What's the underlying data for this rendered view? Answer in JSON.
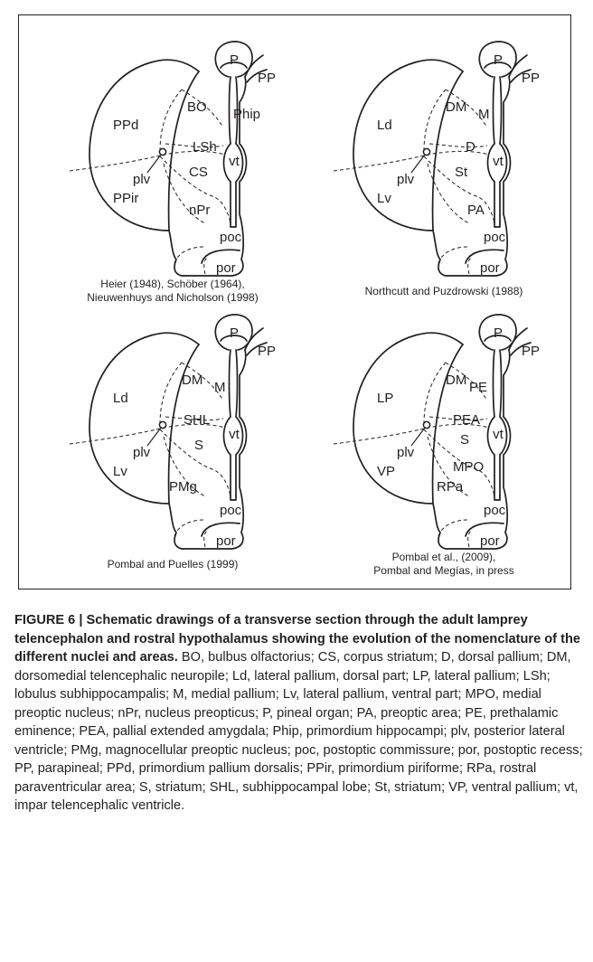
{
  "panels": [
    {
      "labels": {
        "P": "P",
        "PP": "PP",
        "a": "BO",
        "b": "Phip",
        "c": "PPd",
        "d": "LSh",
        "plv": "plv",
        "vt": "vt",
        "e": "PPir",
        "f": "CS",
        "g": "nPr",
        "poc": "poc",
        "por": "por"
      },
      "caption": [
        "Heier (1948), Schöber (1964),",
        "Nieuwenhuys and Nicholson (1998)"
      ]
    },
    {
      "labels": {
        "P": "P",
        "PP": "PP",
        "a": "DM",
        "b": "M",
        "c": "Ld",
        "d": "D",
        "plv": "plv",
        "vt": "vt",
        "e": "Lv",
        "f": "St",
        "g": "PA",
        "poc": "poc",
        "por": "por"
      },
      "caption": [
        "Northcutt and Puzdrowski (1988)"
      ]
    },
    {
      "labels": {
        "P": "P",
        "PP": "PP",
        "a": "DM",
        "b": "M",
        "c": "Ld",
        "d": "SHL",
        "plv": "plv",
        "vt": "vt",
        "e": "Lv",
        "f": "S",
        "g": "PMg",
        "poc": "poc",
        "por": "por"
      },
      "caption": [
        "Pombal and Puelles (1999)"
      ]
    },
    {
      "labels": {
        "P": "P",
        "PP": "PP",
        "a": "DM",
        "b": "PE",
        "c": "LP",
        "d": "PEA",
        "plv": "plv",
        "vt": "vt",
        "e": "VP",
        "f": "S",
        "g": "MPO",
        "h": "RPa",
        "poc": "poc",
        "por": "por"
      },
      "caption": [
        "Pombal et al., (2009),",
        "Pombal and Megías, in press"
      ]
    }
  ],
  "figure_title": "FIGURE 6 | Schematic drawings of a transverse section through the adult lamprey telencephalon and rostral hypothalamus showing the evolution of the nomenclature of the different nuclei and areas.",
  "figure_legend": "BO, bulbus olfactorius; CS, corpus striatum; D, dorsal pallium; DM, dorsomedial telencephalic neuropile; Ld, lateral pallium, dorsal part; LP, lateral pallium; LSh; lobulus subhippocampalis; M, medial pallium; Lv, lateral pallium, ventral part; MPO, medial preoptic nucleus; nPr, nucleus preopticus; P, pineal organ; PA, preoptic area; PE, prethalamic eminence; PEA, pallial extended amygdala; Phip, primordium hippocampi; plv, posterior lateral ventricle; PMg, magnocellular preoptic nucleus; poc, postoptic commissure; por, postoptic recess; PP, parapineal; PPd, primordium pallium dorsalis; PPir, primordium piriforme; RPa, rostral paraventricular area; S, striatum; SHL, subhippocampal lobe; St, striatum; VP, ventral pallium; vt, impar telencephalic ventricle."
}
